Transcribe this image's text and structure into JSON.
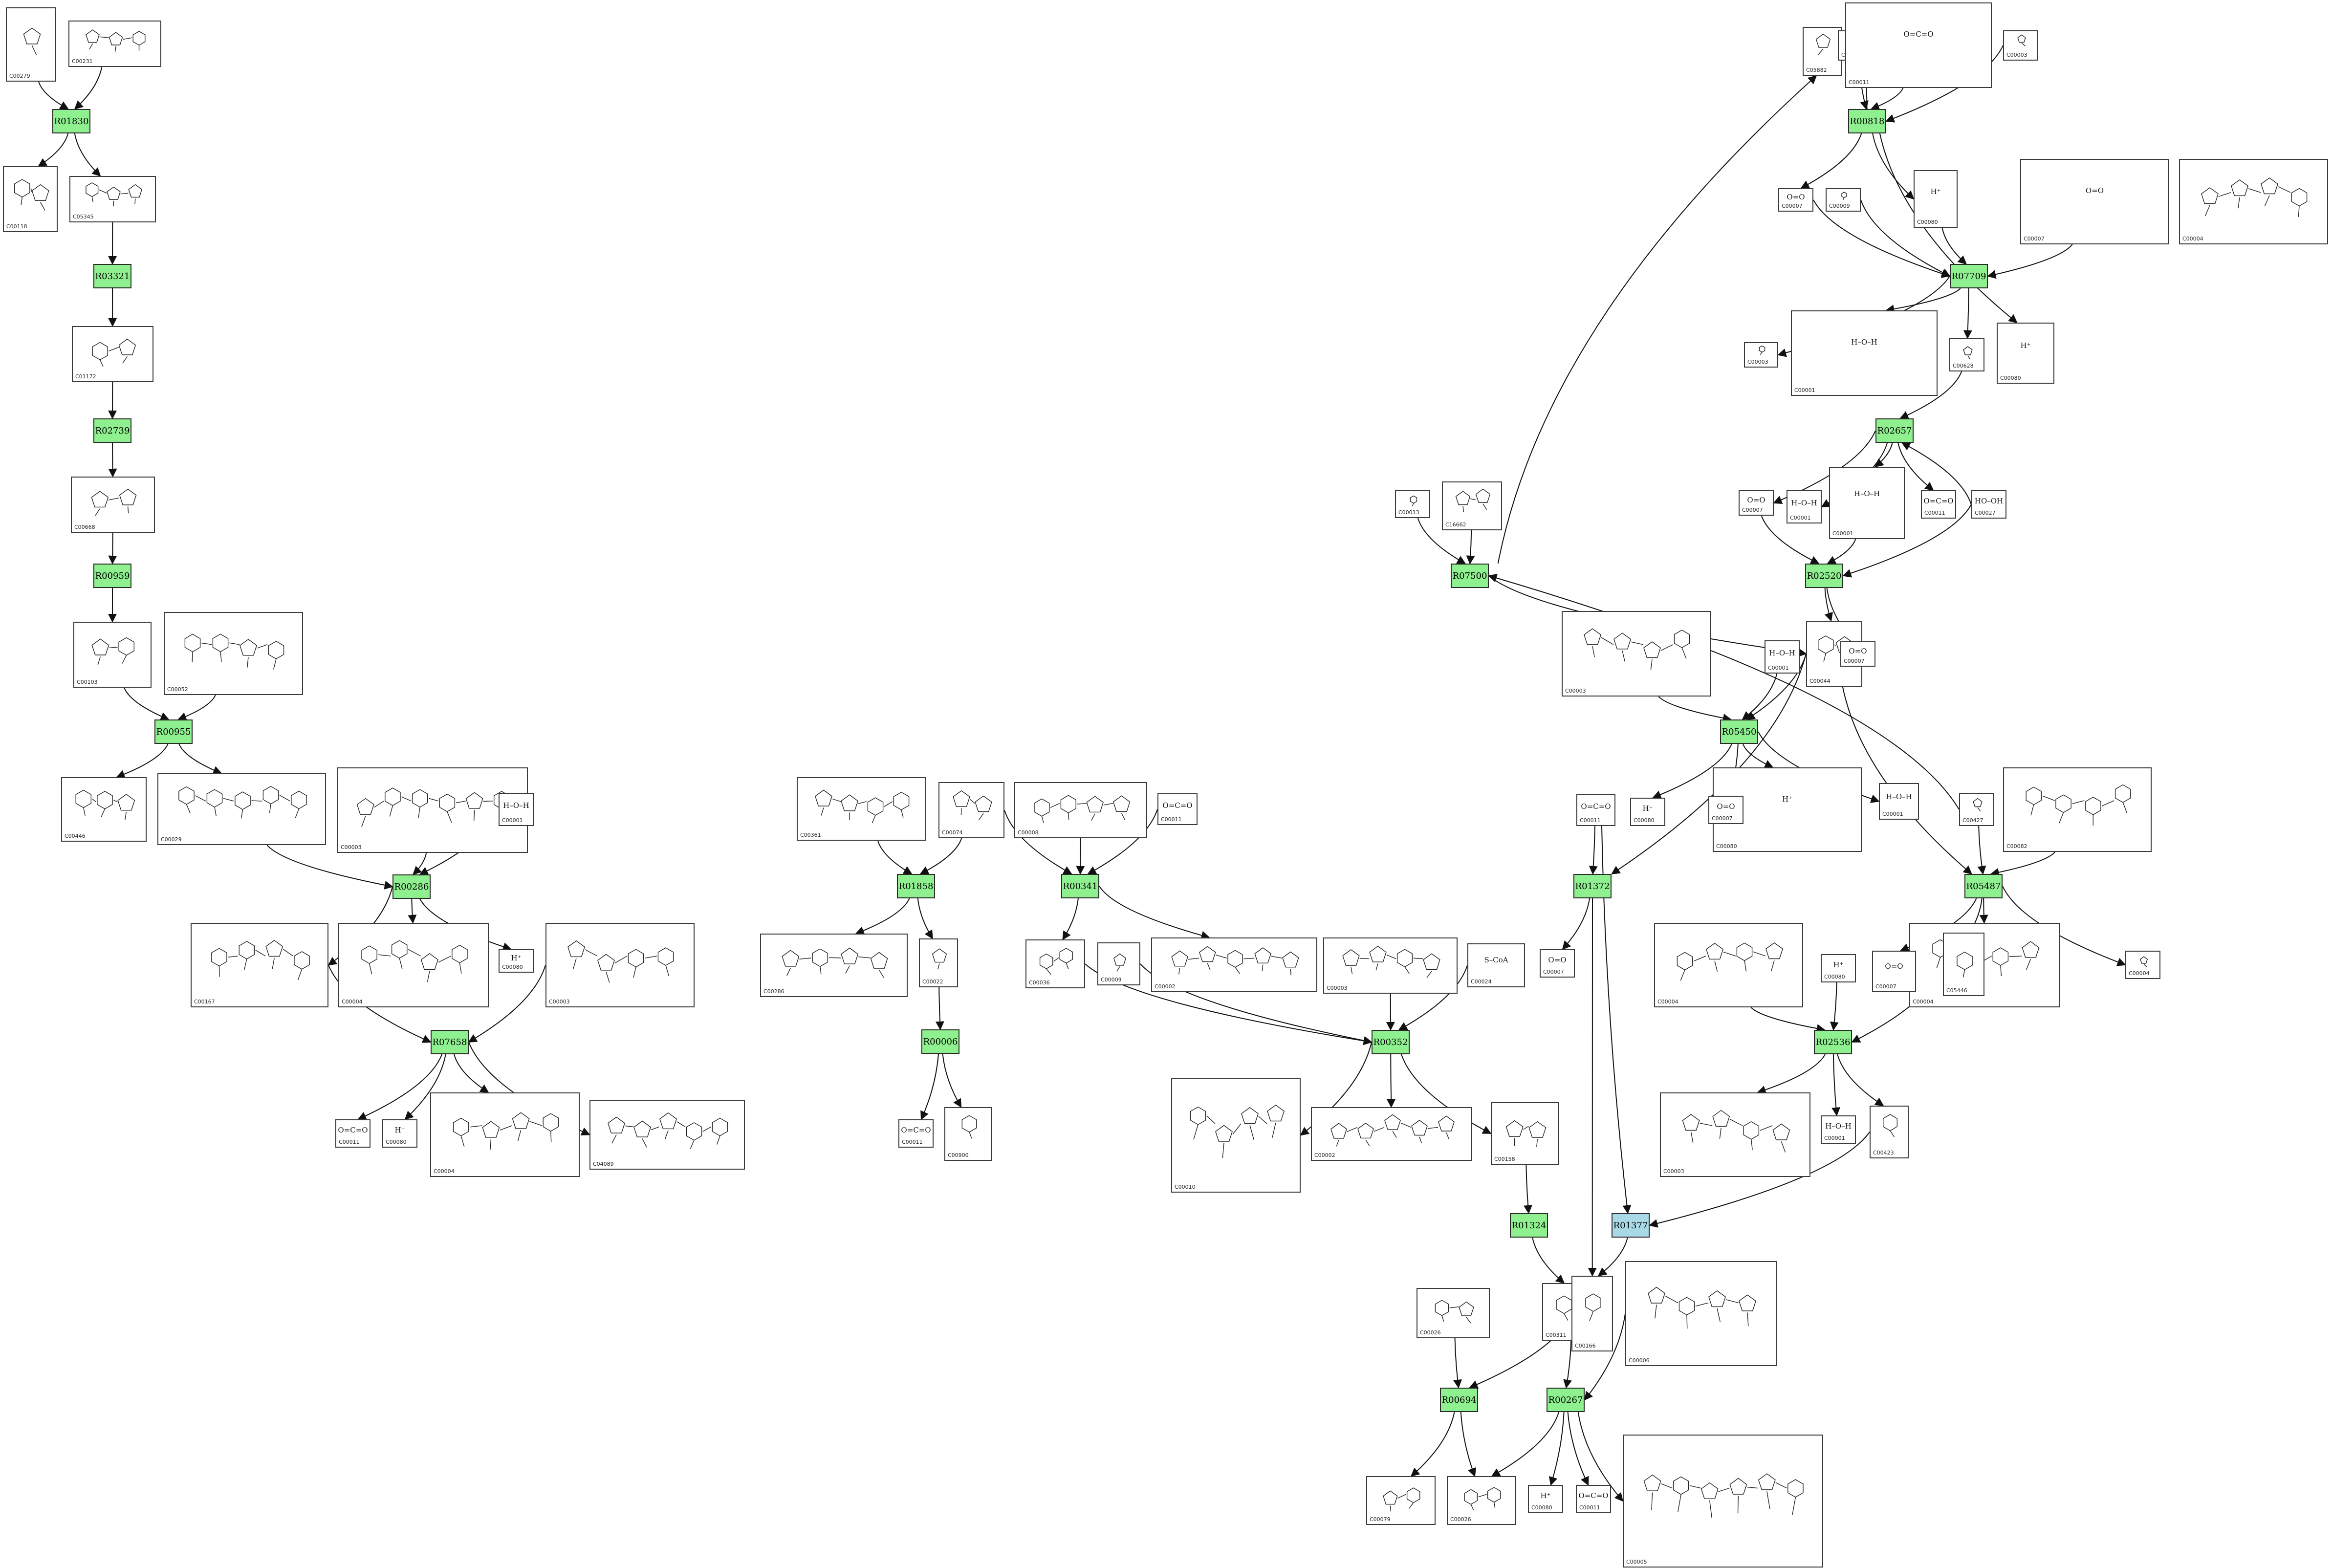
{
  "colors": {
    "reaction": "#8ef08e",
    "reaction_alt": "#a9d9e6",
    "edge": "#111111",
    "box_border": "#3a3a3a"
  },
  "reactions": [
    {
      "id": "R01830",
      "color": "green"
    },
    {
      "id": "R03321",
      "color": "green"
    },
    {
      "id": "R02739",
      "color": "green"
    },
    {
      "id": "R00959",
      "color": "green"
    },
    {
      "id": "R00955",
      "color": "green"
    },
    {
      "id": "R00286",
      "color": "green"
    },
    {
      "id": "R07658",
      "color": "green"
    },
    {
      "id": "R01858",
      "color": "green"
    },
    {
      "id": "R00006",
      "color": "green"
    },
    {
      "id": "R00341",
      "color": "green"
    },
    {
      "id": "R00352",
      "color": "green"
    },
    {
      "id": "R01324",
      "color": "green"
    },
    {
      "id": "R00267",
      "color": "green"
    },
    {
      "id": "R00694",
      "color": "green"
    },
    {
      "id": "R01372",
      "color": "green"
    },
    {
      "id": "R01377",
      "color": "blue"
    },
    {
      "id": "R02536",
      "color": "green"
    },
    {
      "id": "R05487",
      "color": "green"
    },
    {
      "id": "R05450",
      "color": "green"
    },
    {
      "id": "R02520",
      "color": "green"
    },
    {
      "id": "R07500",
      "color": "green"
    },
    {
      "id": "R02657",
      "color": "green"
    },
    {
      "id": "R07709",
      "color": "green"
    },
    {
      "id": "R00818",
      "color": "green"
    }
  ],
  "compounds": [
    {
      "id": "C00279",
      "formula": ""
    },
    {
      "id": "C00231",
      "formula": ""
    },
    {
      "id": "C00118",
      "formula": ""
    },
    {
      "id": "C05345",
      "formula": ""
    },
    {
      "id": "C01172",
      "formula": ""
    },
    {
      "id": "C00668",
      "formula": ""
    },
    {
      "id": "C00103",
      "formula": ""
    },
    {
      "id": "C00052",
      "formula": ""
    },
    {
      "id": "C00446",
      "formula": ""
    },
    {
      "id": "C00029",
      "formula": ""
    },
    {
      "id": "C00003",
      "formula": ""
    },
    {
      "id": "C00001",
      "formula": "H–O–H"
    },
    {
      "id": "C00167",
      "formula": ""
    },
    {
      "id": "C00004",
      "formula": ""
    },
    {
      "id": "C00080",
      "formula": "H⁺"
    },
    {
      "id": "C00003",
      "formula": ""
    },
    {
      "id": "C00011",
      "formula": "O=C=O"
    },
    {
      "id": "C00080",
      "formula": "H⁺"
    },
    {
      "id": "C00004",
      "formula": ""
    },
    {
      "id": "C04089",
      "formula": ""
    },
    {
      "id": "C00361",
      "formula": ""
    },
    {
      "id": "C00074",
      "formula": ""
    },
    {
      "id": "C00008",
      "formula": ""
    },
    {
      "id": "C00011",
      "formula": "O=C=O"
    },
    {
      "id": "C00286",
      "formula": ""
    },
    {
      "id": "C00022",
      "formula": ""
    },
    {
      "id": "C00011",
      "formula": "O=C=O"
    },
    {
      "id": "C00900",
      "formula": ""
    },
    {
      "id": "C00036",
      "formula": ""
    },
    {
      "id": "C00009",
      "formula": ""
    },
    {
      "id": "C00002",
      "formula": ""
    },
    {
      "id": "C00003",
      "formula": ""
    },
    {
      "id": "C00024",
      "formula": "S–CoA"
    },
    {
      "id": "C00010",
      "formula": ""
    },
    {
      "id": "C00002",
      "formula": ""
    },
    {
      "id": "C00158",
      "formula": ""
    },
    {
      "id": "C00026",
      "formula": ""
    },
    {
      "id": "C00311",
      "formula": ""
    },
    {
      "id": "C00166",
      "formula": ""
    },
    {
      "id": "C00006",
      "formula": ""
    },
    {
      "id": "C00079",
      "formula": ""
    },
    {
      "id": "C00026",
      "formula": ""
    },
    {
      "id": "C00080",
      "formula": "H⁺"
    },
    {
      "id": "C00011",
      "formula": "O=C=O"
    },
    {
      "id": "C00005",
      "formula": ""
    },
    {
      "id": "C00011",
      "formula": "O=C=O"
    },
    {
      "id": "C00007",
      "formula": "O=O"
    },
    {
      "id": "C00004",
      "formula": ""
    },
    {
      "id": "C00080",
      "formula": "H⁺"
    },
    {
      "id": "C00001",
      "formula": "H–O–H"
    },
    {
      "id": "C00003",
      "formula": ""
    },
    {
      "id": "C00423",
      "formula": ""
    },
    {
      "id": "C00004",
      "formula": ""
    },
    {
      "id": "C05446",
      "formula": ""
    },
    {
      "id": "C00007",
      "formula": "O=O"
    },
    {
      "id": "C00004",
      "formula": ""
    },
    {
      "id": "C00001",
      "formula": "H–O–H"
    },
    {
      "id": "C00082",
      "formula": ""
    },
    {
      "id": "C00080",
      "formula": "H⁺"
    },
    {
      "id": "C00001",
      "formula": "H–O–H"
    },
    {
      "id": "C00080",
      "formula": "H⁺"
    },
    {
      "id": "C00007",
      "formula": "O=O"
    },
    {
      "id": "C00044",
      "formula": ""
    },
    {
      "id": "C00001",
      "formula": "H–O–H"
    },
    {
      "id": "C00003",
      "formula": ""
    },
    {
      "id": "C00007",
      "formula": "O=O"
    },
    {
      "id": "C00011",
      "formula": "O=C=O"
    },
    {
      "id": "C00013",
      "formula": ""
    },
    {
      "id": "C16662",
      "formula": ""
    },
    {
      "id": "C00427",
      "formula": ""
    },
    {
      "id": "C05882",
      "formula": ""
    },
    {
      "id": "C00001",
      "formula": "H–O–H"
    },
    {
      "id": "C00007",
      "formula": "O=O"
    },
    {
      "id": "C00001",
      "formula": "H–O–H"
    },
    {
      "id": "C00011",
      "formula": "O=C=O"
    },
    {
      "id": "C00027",
      "formula": "HO–OH"
    },
    {
      "id": "C00003",
      "formula": ""
    },
    {
      "id": "C00001",
      "formula": "H–O–H"
    },
    {
      "id": "C00628",
      "formula": ""
    },
    {
      "id": "C00080",
      "formula": "H⁺"
    },
    {
      "id": "C00007",
      "formula": "O=O"
    },
    {
      "id": "C00009",
      "formula": ""
    },
    {
      "id": "C00080",
      "formula": "H⁺"
    },
    {
      "id": "C00007",
      "formula": "O=O"
    },
    {
      "id": "C00004",
      "formula": ""
    },
    {
      "id": "C00004",
      "formula": ""
    },
    {
      "id": "C00090",
      "formula": ""
    },
    {
      "id": "C00011",
      "formula": "O=C=O"
    },
    {
      "id": "C00003",
      "formula": ""
    },
    {
      "id": "C00001",
      "formula": "H–O–H"
    }
  ]
}
